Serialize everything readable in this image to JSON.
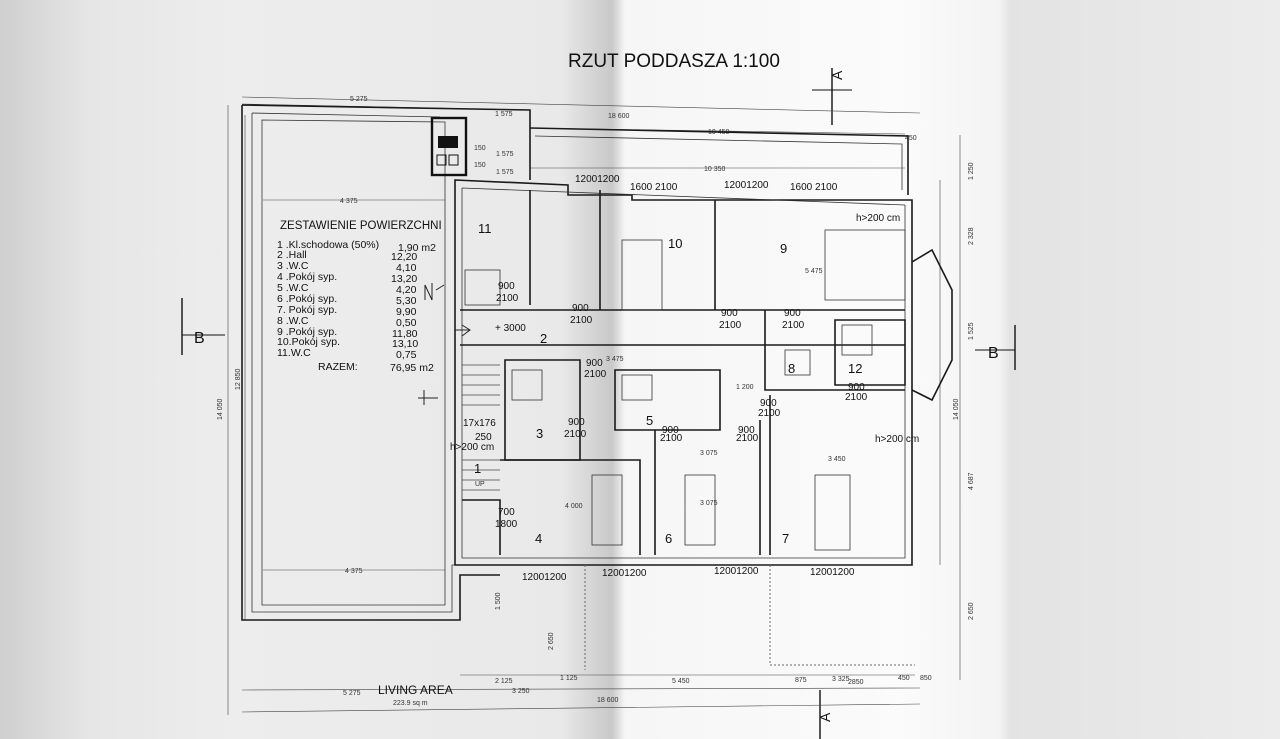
{
  "title": "RZUT PODDASZA  1:100",
  "table": {
    "heading": "ZESTAWIENIE POWIERZCHNI",
    "rows": [
      {
        "name": "1 .Kl.schodowa (50%)",
        "area": "1,90 m2"
      },
      {
        "name": "2 .Hall",
        "area": "12,20"
      },
      {
        "name": "3 .W.C",
        "area": "4,10"
      },
      {
        "name": "4 .Pokój syp.",
        "area": "13,20"
      },
      {
        "name": "5 .W.C",
        "area": "4,20"
      },
      {
        "name": "6 .Pokój syp.",
        "area": "5,30"
      },
      {
        "name": "7. Pokój syp.",
        "area": "9,90"
      },
      {
        "name": "8 .W.C",
        "area": "0,50"
      },
      {
        "name": "9 .Pokój syp.",
        "area": "11,80"
      },
      {
        "name": "10.Pokój syp.",
        "area": "13,10"
      },
      {
        "name": "11.W.C",
        "area": "0,75"
      }
    ],
    "total_label": "RAZEM:",
    "total_value": "76,95 m2"
  },
  "rooms": [
    "1",
    "2",
    "3",
    "4",
    "5",
    "6",
    "7",
    "8",
    "9",
    "10",
    "11",
    "12"
  ],
  "section_marks": {
    "a": "A",
    "b": "B"
  },
  "labels": {
    "living_area": "LIVING AREA",
    "living_area_value": "223.9 sq m",
    "height_1": "h>200 cm",
    "height_2": "h>200 cm",
    "height_3": "h>200 cm",
    "stairs": "17x176",
    "stairs_w": "250",
    "up": "UP",
    "level": "+ 3000"
  },
  "dims": {
    "d5275": "5 275",
    "d1575a": "1 575",
    "d18600": "18 600",
    "d10450": "10 450",
    "d450": "450",
    "d150a": "150",
    "d150b": "150",
    "d1575b": "1 575",
    "d1575c": "1 575",
    "d10350": "10 350",
    "d4375a": "4 375",
    "d4375b": "4 375",
    "d14050": "14 050",
    "d12850": "12 850",
    "d1250": "1 250",
    "d2328": "2 328",
    "d1525": "1 525",
    "d4687": "4 687",
    "d2650r": "2 650",
    "d5450": "5 450",
    "d2125": "2 125",
    "d1125": "1 125",
    "d3250": "3 250",
    "d2650": "2 650",
    "d1500": "1 500",
    "d5275b": "5 275",
    "d18600b": "18 600",
    "d875": "875",
    "d3325": "3 325",
    "d2850": "2850",
    "d450b": "450",
    "d850": "850",
    "d5475": "5 475",
    "d3450": "3 450",
    "d3075a": "3 075",
    "d3075b": "3 075",
    "d4000": "4 000",
    "d1200": "1 200",
    "d3475": "3 475"
  },
  "openings": {
    "w1": "12001200",
    "w2": "1600 2100",
    "w3": "12001200",
    "w4": "1600 2100",
    "w5": "12001200",
    "w6": "12001200",
    "w7": "12001200",
    "w8": "12001200",
    "dr1": "900\n2100",
    "dr1a": "900",
    "dr1b": "2100",
    "dr2a": "900",
    "dr2b": "2100",
    "dr3a": "900",
    "dr3b": "2100",
    "dr4a": "900",
    "dr4b": "2100",
    "dr5a": "900",
    "dr5b": "2100",
    "dr6a": "900",
    "dr6b": "2100",
    "dr7a": "900",
    "dr7b": "2100",
    "dr8a": "900",
    "dr8b": "2100",
    "dr9a": "900",
    "dr9b": "2100",
    "dr10a": "900",
    "dr10b": "2100",
    "dr11a": "700",
    "dr11b": "1800"
  }
}
